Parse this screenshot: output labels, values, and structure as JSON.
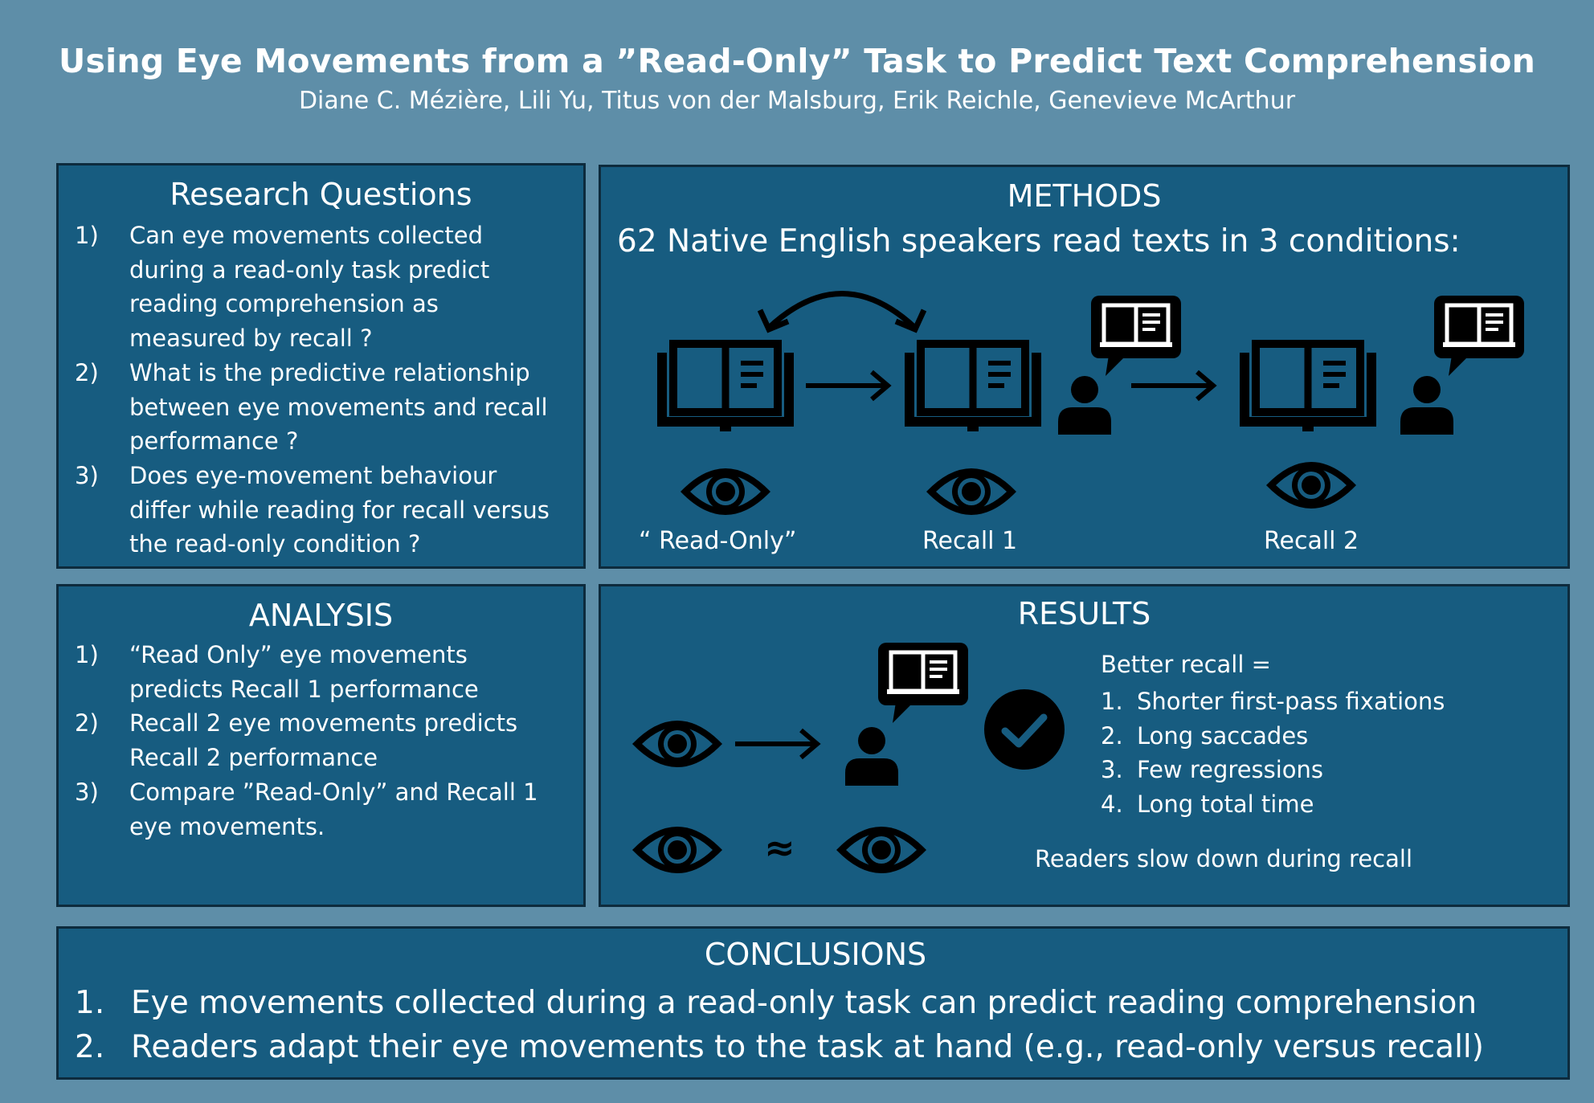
{
  "header": {
    "title": "Using Eye Movements from a ”Read-Only” Task to Predict Text Comprehension",
    "authors": "Diane C. Mézière, Lili Yu, Titus von der Malsburg, Erik Reichle, Genevieve McArthur"
  },
  "research_questions": {
    "title": "Research Questions",
    "items": [
      {
        "num": "1)",
        "lines": [
          "Can eye movements collected",
          "during a read-only task predict",
          "reading comprehension as",
          "measured by recall ?"
        ]
      },
      {
        "num": "2)",
        "lines": [
          "What is the predictive relationship",
          "between eye movements and recall",
          "performance ?"
        ]
      },
      {
        "num": "3)",
        "lines": [
          "Does eye-movement behaviour",
          "differ while reading for recall versus",
          "the read-only condition ?"
        ]
      }
    ]
  },
  "methods": {
    "title": "METHODS",
    "subtitle": "62 Native English speakers read texts in 3 conditions:",
    "labels": [
      "“ Read-Only”",
      "Recall 1",
      "Recall 2"
    ]
  },
  "analysis": {
    "title": "ANALYSIS",
    "items": [
      {
        "num": "1)",
        "lines": [
          "“Read Only” eye movements",
          "predicts Recall 1 performance"
        ]
      },
      {
        "num": "2)",
        "lines": [
          "Recall 2 eye movements predicts",
          "Recall 2 performance"
        ]
      },
      {
        "num": "3)",
        "lines": [
          "Compare ”Read-Only” and Recall 1",
          "eye movements."
        ]
      }
    ]
  },
  "results": {
    "title": "RESULTS",
    "better_recall": "Better recall =",
    "items": [
      {
        "num": "1.",
        "text": "Shorter first-pass fixations"
      },
      {
        "num": "2.",
        "text": "Long saccades"
      },
      {
        "num": "3.",
        "text": "Few regressions"
      },
      {
        "num": "4.",
        "text": "Long total time"
      }
    ],
    "approx": "≈",
    "slow_note": "Readers slow down during recall"
  },
  "conclusions": {
    "title": "CONCLUSIONS",
    "items": [
      {
        "num": "1.",
        "text": "Eye movements collected during a read-only task can predict reading comprehension"
      },
      {
        "num": "2.",
        "text": "Readers adapt their eye movements to the task at hand (e.g., read-only versus recall)"
      }
    ]
  },
  "colors": {
    "background": "#5e8ea8",
    "panel": "#175c80",
    "panel_border": "#0d2b3d",
    "icon": "#000000",
    "text": "#ffffff"
  },
  "icons": [
    "book-icon",
    "eye-icon",
    "arrow-icon",
    "curved-arrow-icon",
    "person-speaking-icon",
    "checkmark-icon"
  ]
}
